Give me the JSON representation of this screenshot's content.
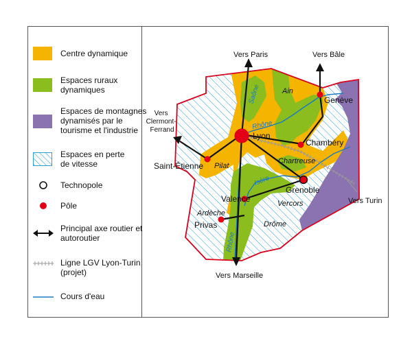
{
  "legend": {
    "items": [
      {
        "key": "centre",
        "label": "Centre dynamique",
        "color": "#f5b400"
      },
      {
        "key": "rural",
        "label": "Espaces ruraux dynamiques",
        "color": "#8bbd1e"
      },
      {
        "key": "montagne",
        "label": "Espaces de montagnes dynamisés par le tourisme et l'industrie",
        "color": "#8b72b0"
      },
      {
        "key": "perte",
        "label": "Espaces en perte de vitesse",
        "color": "#2f9fd8"
      },
      {
        "key": "technopole",
        "label": "Technopole",
        "icon": "circle-outline-icon"
      },
      {
        "key": "pole",
        "label": "Pôle",
        "icon": "red-dot-icon",
        "color": "#e30016"
      },
      {
        "key": "axe",
        "label": "Principal axe routier et autoroutier",
        "icon": "double-arrow-icon"
      },
      {
        "key": "lgv",
        "label": "Ligne LGV Lyon-Turin (projet)",
        "icon": "dashed-line-icon"
      },
      {
        "key": "eau",
        "label": "Cours d'eau",
        "icon": "blue-line-icon",
        "color": "#1a7ac0"
      }
    ]
  },
  "map": {
    "directions": {
      "paris": "Vers Paris",
      "bale": "Vers Bâle",
      "clermont": "Vers Clermont-Ferrand",
      "turin": "Vers Turin",
      "marseille": "Vers Marseille"
    },
    "cities": {
      "lyon": "Lyon",
      "geneve": "Genève",
      "chambery": "Chambéry",
      "grenoble": "Grenoble",
      "saint_etienne": "Saint-Étienne",
      "valence": "Valence",
      "privas": "Privas"
    },
    "regions": {
      "ain": "Ain",
      "pilat": "Pilat",
      "chartreuse": "Chartreuse",
      "vercors": "Vercors",
      "ardeche": "Ardèche",
      "drome": "Drôme"
    },
    "rivers": {
      "saone": "Saône",
      "rhone_north": "Rhône",
      "isere": "Isère",
      "rhone_south": "Rhône"
    }
  }
}
